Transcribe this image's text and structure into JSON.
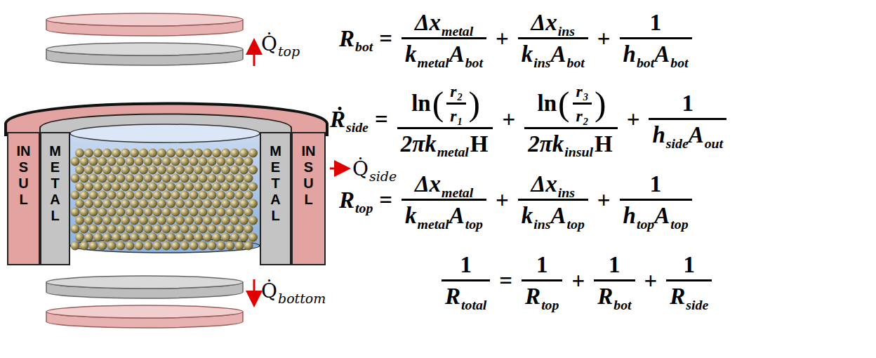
{
  "diagram": {
    "nodes": [
      {
        "text": [
          "INSUL"
        ]
      },
      {
        "text": [
          "METAL"
        ]
      },
      {
        "text": [
          "METAL"
        ]
      },
      {
        "text": [
          "INSUL"
        ]
      }
    ],
    "labels": [
      "Q̇",
      "top",
      "Q̇",
      "side",
      "Q̇",
      "bottom",
      "R",
      "bot",
      "=",
      "Δx",
      "metal",
      "k",
      "metal",
      "A",
      "bot",
      "+",
      "Δx",
      "ins",
      "k",
      "ins",
      "A",
      "bot",
      "+",
      "1",
      "h",
      "bot",
      "A",
      "bot",
      "Ṙ",
      "side",
      "=",
      "ln",
      "(",
      "r",
      "2",
      "r",
      "1",
      ")",
      "2πk",
      "metal",
      "H",
      "+",
      "ln",
      "(",
      "r",
      "3",
      "r",
      "2",
      ")",
      "2πk",
      "insul",
      "H",
      "+",
      "1",
      "h",
      "side",
      "A",
      "out",
      "R",
      "top",
      "=",
      "Δx",
      "metal",
      "k",
      "metal",
      "A",
      "top",
      "+",
      "Δx",
      "ins",
      "k",
      "ins",
      "A",
      "top",
      "+",
      "1",
      "h",
      "top",
      "A",
      "top",
      "1",
      "R",
      "total",
      "=",
      "1",
      "R",
      "top",
      "+",
      "1",
      "R",
      "bot",
      "+",
      "1",
      "R",
      "side"
    ]
  }
}
